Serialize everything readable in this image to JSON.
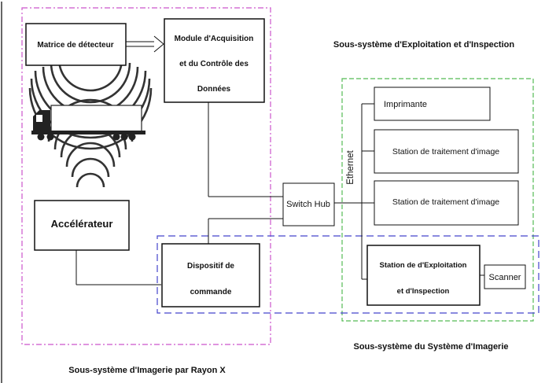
{
  "subsystems": {
    "xray_title": "Sous-système d'Imagerie par Rayon X",
    "exploitation_title": "Sous-système d'Exploitation et d'Inspection",
    "imaging_title": "Sous-système du Système d'Imagerie"
  },
  "blocks": {
    "detector_matrix": "Matrice de détecteur",
    "acquisition_line1": "Module d'Acquisition",
    "acquisition_line2": "et du Contrôle des",
    "acquisition_line3": "Données",
    "accelerator": "Accélérateur",
    "control_line1": "Dispositif de",
    "control_line2": "commande",
    "switch_hub": "Switch Hub",
    "printer": "Imprimante",
    "processing_station_1": "Station de traitement d'image",
    "processing_station_2": "Station de traitement d'image",
    "exploit_line1": "Station de d'Exploitation",
    "exploit_line2": "et d'Inspection",
    "scanner": "Scanner",
    "ethernet": "Ethernet"
  },
  "colors": {
    "xray_border": "#cc55cc",
    "imaging_border": "#55bb55",
    "exploitation_border": "#4444cc",
    "line": "#111111"
  }
}
